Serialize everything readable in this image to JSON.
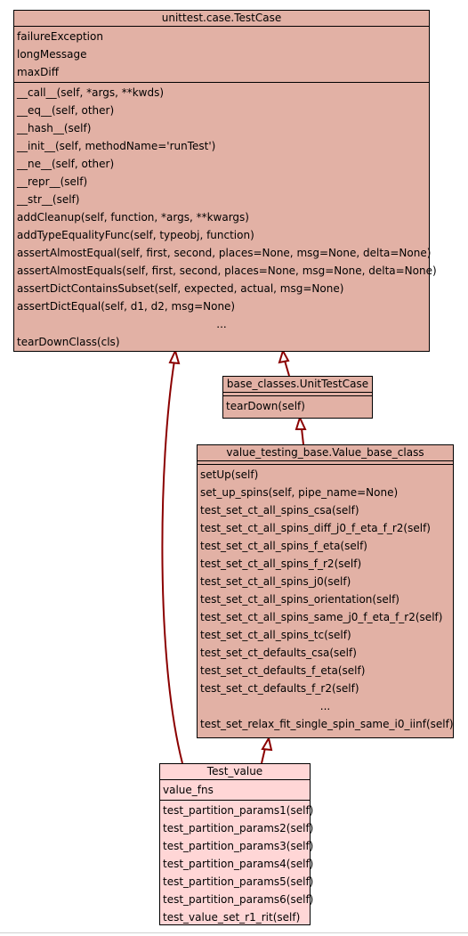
{
  "colors": {
    "class_fill": "#e2b1a5",
    "highlight_fill": "#ffd6d6",
    "edge": "#8b0000"
  },
  "testcase": {
    "title": "unittest.case.TestCase",
    "attributes": [
      "failureException",
      "longMessage",
      "maxDiff"
    ],
    "methods": [
      "__call__(self, *args, **kwds)",
      "__eq__(self, other)",
      "__hash__(self)",
      "__init__(self, methodName='runTest')",
      "__ne__(self, other)",
      "__repr__(self)",
      "__str__(self)",
      "addCleanup(self, function, *args, **kwargs)",
      "addTypeEqualityFunc(self, typeobj, function)",
      "assertAlmostEqual(self, first, second, places=None, msg=None, delta=None)",
      "assertAlmostEquals(self, first, second, places=None, msg=None, delta=None)",
      "assertDictContainsSubset(self, expected, actual, msg=None)",
      "assertDictEqual(self, d1, d2, msg=None)",
      "...",
      "tearDownClass(cls)"
    ]
  },
  "unittestcase": {
    "title": "base_classes.UnitTestCase",
    "methods": [
      "tearDown(self)"
    ]
  },
  "valuebase": {
    "title": "value_testing_base.Value_base_class",
    "methods": [
      "setUp(self)",
      "set_up_spins(self, pipe_name=None)",
      "test_set_ct_all_spins_csa(self)",
      "test_set_ct_all_spins_diff_j0_f_eta_f_r2(self)",
      "test_set_ct_all_spins_f_eta(self)",
      "test_set_ct_all_spins_f_r2(self)",
      "test_set_ct_all_spins_j0(self)",
      "test_set_ct_all_spins_orientation(self)",
      "test_set_ct_all_spins_same_j0_f_eta_f_r2(self)",
      "test_set_ct_all_spins_tc(self)",
      "test_set_ct_defaults_csa(self)",
      "test_set_ct_defaults_f_eta(self)",
      "test_set_ct_defaults_f_r2(self)",
      "...",
      "test_set_relax_fit_single_spin_same_i0_iinf(self)"
    ]
  },
  "testvalue": {
    "title": "Test_value",
    "attributes": [
      "value_fns"
    ],
    "methods": [
      "test_partition_params1(self)",
      "test_partition_params2(self)",
      "test_partition_params3(self)",
      "test_partition_params4(self)",
      "test_partition_params5(self)",
      "test_partition_params6(self)",
      "test_value_set_r1_rit(self)"
    ]
  }
}
